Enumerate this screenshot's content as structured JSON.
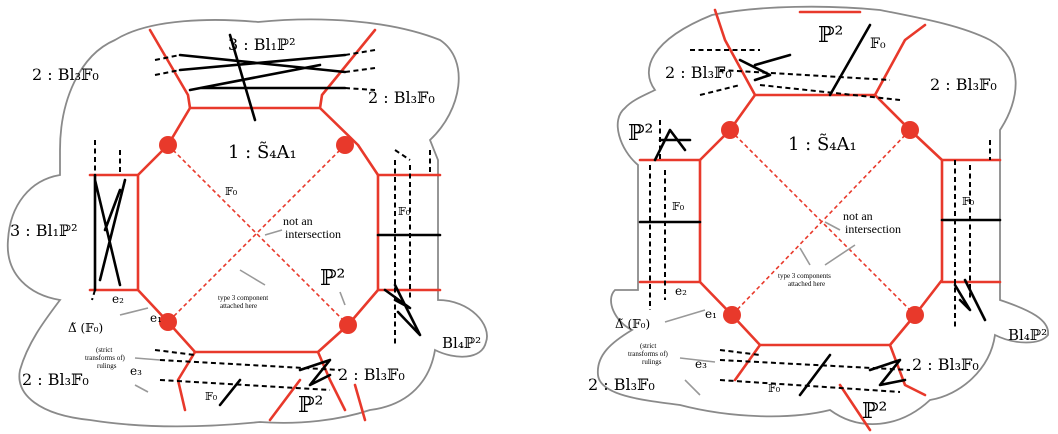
{
  "left": {
    "center_label": "1 : S̃₄A₁",
    "top_label": "3 : Bl₁ℙ²",
    "upper_left_label": "2 : Bl₃𝔽₀",
    "upper_right_label": "2 : Bl₃𝔽₀",
    "left_label": "3 : Bl₁ℙ²",
    "lower_left_label": "2 : Bl₃𝔽₀",
    "lower_right_label": "2 : Bl₃𝔽₀",
    "bottom_p2": "ℙ²",
    "inner_p2": "ℙ²",
    "right_label": "Bl₄ℙ²",
    "f0_diag": "𝔽₀",
    "f0_right": "𝔽₀",
    "f0_bottom": "𝔽₀",
    "not_an": "not an",
    "intersection": "intersection",
    "type3_line1": "type 3 component",
    "type3_line2": "attached here",
    "e1": "e₁",
    "e2": "e₂",
    "e3": "e₃",
    "delta": "Δ̃ (𝔽₀)",
    "strict1": "(strict",
    "strict2": "transforms of)",
    "strict3": "rulings"
  },
  "right": {
    "center_label": "1 : S̃₄A₁",
    "top_p2": "ℙ²",
    "top_f0": "𝔽₀",
    "upper_left_label": "2 : Bl₃𝔽₀",
    "upper_right_label": "2 : Bl₃𝔽₀",
    "left_p2": "ℙ²",
    "f0_left": "𝔽₀",
    "f0_right": "𝔽₀",
    "lower_left_label": "2 : Bl₃𝔽₀",
    "lower_right_label": "2 : Bl₃𝔽₀",
    "bottom_p2": "ℙ²",
    "f0_bottom": "𝔽₀",
    "right_label": "Bl₄ℙ²",
    "not_an": "not an",
    "intersection": "intersection",
    "type3_line1": "type 3 components",
    "type3_line2": "attached here",
    "e1": "e₁",
    "e2": "e₂",
    "e3": "e₃",
    "delta": "Δ̃ (𝔽₀)",
    "strict1": "(strict",
    "strict2": "transforms of)",
    "strict3": "rulings"
  }
}
